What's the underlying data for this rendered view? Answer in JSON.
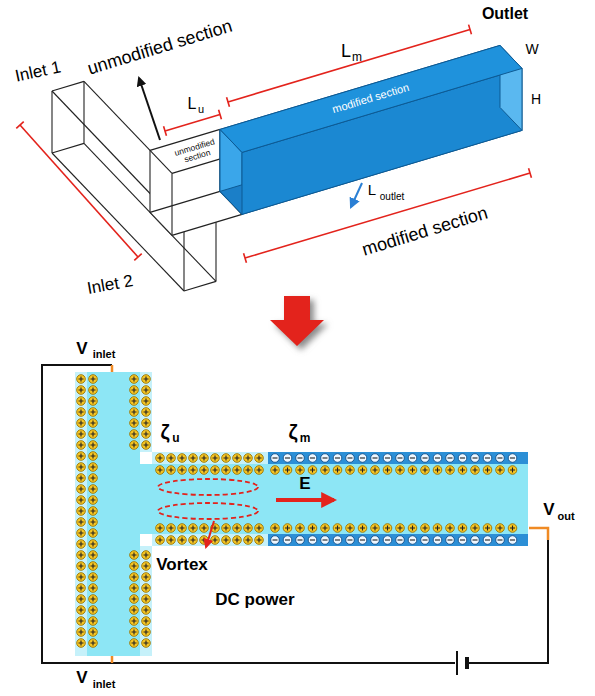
{
  "diagram": {
    "nodes": [
      {
        "text": [
          "unmodified section"
        ]
      },
      {
        "text": [
          "modified section"
        ]
      }
    ],
    "labels": [
      "Outlet",
      "unmodified section",
      "L",
      "m",
      "W",
      "H",
      "Inlet 1",
      "L",
      "u",
      "L",
      "outlet",
      "modified section",
      "Inlet 2",
      "V",
      "inlet",
      "ζ",
      "u",
      "ζ",
      "m",
      "V",
      "out",
      "E",
      "Vortex",
      "DC power",
      "V",
      "inlet"
    ]
  }
}
